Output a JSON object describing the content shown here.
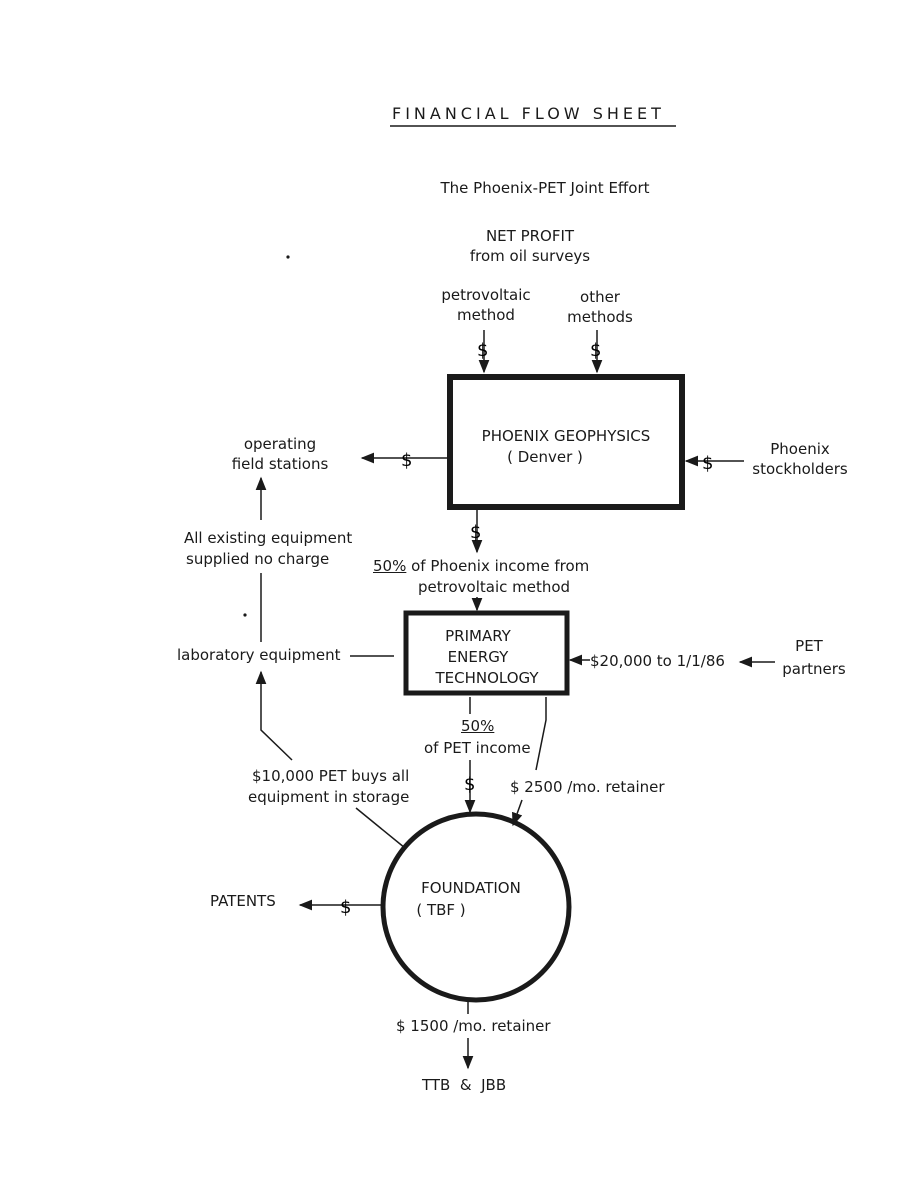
{
  "title": "FINANCIAL FLOW SHEET",
  "subtitle": "The Phoenix-PET Joint Effort",
  "net_profit": {
    "line1": "NET PROFIT",
    "line2": "from oil surveys"
  },
  "sources": {
    "petrovoltaic": {
      "line1": "petrovoltaic",
      "line2": "method"
    },
    "other": {
      "line1": "other",
      "line2": "methods"
    }
  },
  "phoenix_box": {
    "line1": "PHOENIX GEOPHYSICS",
    "line2": "( Denver )"
  },
  "operating_stations": {
    "line1": "operating",
    "line2": "field stations"
  },
  "phoenix_stockholders": {
    "line1": "Phoenix",
    "line2": "stockholders"
  },
  "existing_equipment": {
    "line1": "All existing equipment",
    "line2": "supplied no charge"
  },
  "phoenix_income": {
    "pct": "50%",
    "line1_rest": " of Phoenix income from",
    "line2": "petrovoltaic method"
  },
  "pet_box": {
    "line1": "PRIMARY",
    "line2": "ENERGY",
    "line3": "TECHNOLOGY"
  },
  "lab_equipment": "laboratory equipment",
  "pet_funding": "$20,000 to 1/1/86",
  "pet_partners": {
    "line1": "PET",
    "line2": "partners"
  },
  "pet_income": {
    "pct": "50%",
    "line2": "of PET income"
  },
  "buys_equipment": {
    "line1": "$10,000 PET buys all",
    "line2": "equipment in storage"
  },
  "pet_retainer": "$ 2500 /mo. retainer",
  "foundation": {
    "line1": "FOUNDATION",
    "line2": "( TBF )"
  },
  "patents": "PATENTS",
  "tbf_retainer": "$ 1500 /mo. retainer",
  "recipients": "TTB  &  JBB"
}
